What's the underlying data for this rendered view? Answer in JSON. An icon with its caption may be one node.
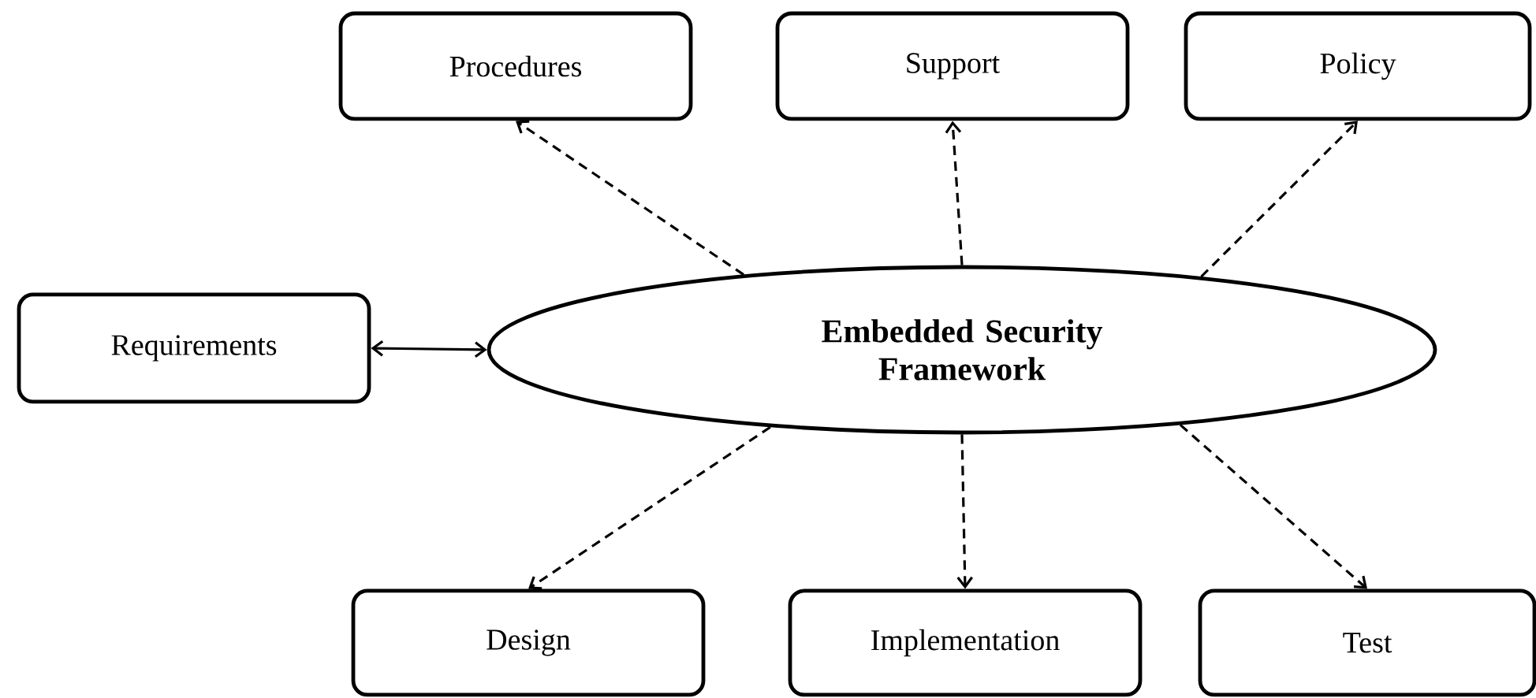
{
  "diagram": {
    "nodes": [
      {
        "text": [
          "Embedded Security Framework"
        ]
      },
      {
        "text": [
          "Procedures"
        ]
      },
      {
        "text": [
          "Support"
        ]
      },
      {
        "text": [
          "Policy"
        ]
      },
      {
        "text": [
          "Requirements"
        ]
      },
      {
        "text": [
          "Design"
        ]
      },
      {
        "text": [
          "Implementation"
        ]
      },
      {
        "text": [
          "Test"
        ]
      }
    ],
    "edges": [
      {
        "from": 0,
        "to": 1,
        "arrow": "to",
        "style": "dashed"
      },
      {
        "from": 0,
        "to": 2,
        "arrow": "to",
        "style": "dashed"
      },
      {
        "from": 0,
        "to": 3,
        "arrow": "to",
        "style": "dashed"
      },
      {
        "from": 4,
        "to": 0,
        "arrow": "both"
      },
      {
        "from": 0,
        "to": 5,
        "arrow": "to",
        "style": "dashed"
      },
      {
        "from": 0,
        "to": 6,
        "arrow": "to",
        "style": "dashed"
      },
      {
        "from": 0,
        "to": 7,
        "arrow": "to",
        "style": "dashed"
      }
    ]
  }
}
